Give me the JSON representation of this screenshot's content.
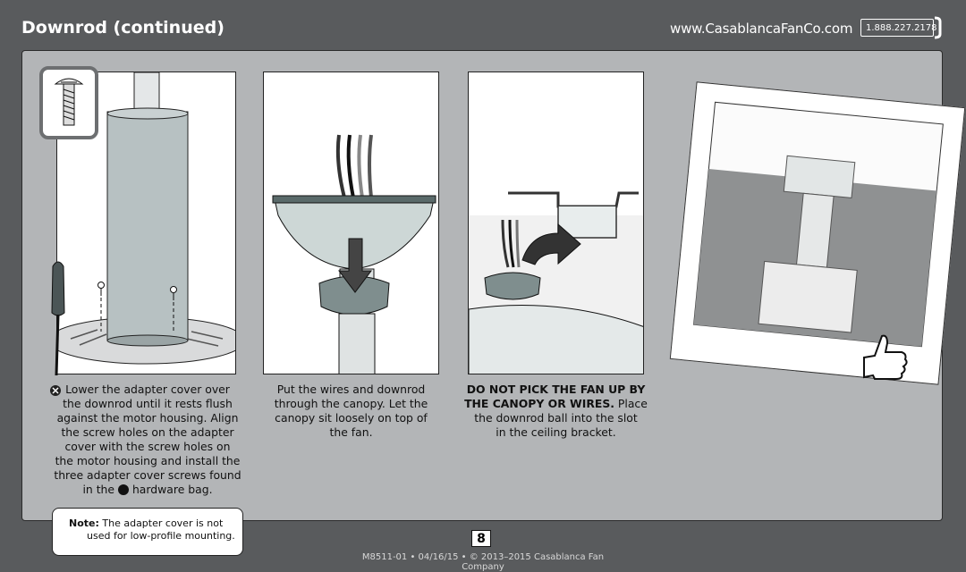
{
  "header": {
    "title": "Downrod (continued)",
    "website": "www.CasablancaFanCo.com",
    "phone": "1.888.227.2178"
  },
  "steps": [
    {
      "caption_lines": [
        "Lower the adapter cover over",
        "the downrod until it rests flush",
        "against the motor housing. Align",
        "the screw holes on the adapter",
        "cover with the screw holes on",
        "the motor housing and install the",
        "three adapter cover screws found"
      ],
      "caption_last_before": "in the",
      "caption_last_after": "hardware bag."
    },
    {
      "caption_lines": [
        "Put the wires and downrod",
        "through the canopy. Let the",
        "canopy sit loosely on top of",
        "the fan."
      ]
    },
    {
      "warning_lines": [
        "DO NOT PICK THE FAN UP BY",
        "THE CANOPY OR WIRES."
      ],
      "warning_tail": "Place",
      "caption_lines": [
        "the downrod ball into the slot",
        "in the ceiling bracket."
      ]
    }
  ],
  "note": {
    "label": "Note:",
    "text_line1": "The adapter cover is not",
    "text_line2": "used for low-profile mounting."
  },
  "footer": {
    "page_number": "8",
    "doc_info": "M8511-01 • 04/16/15 • © 2013–2015 Casablanca Fan Company"
  }
}
